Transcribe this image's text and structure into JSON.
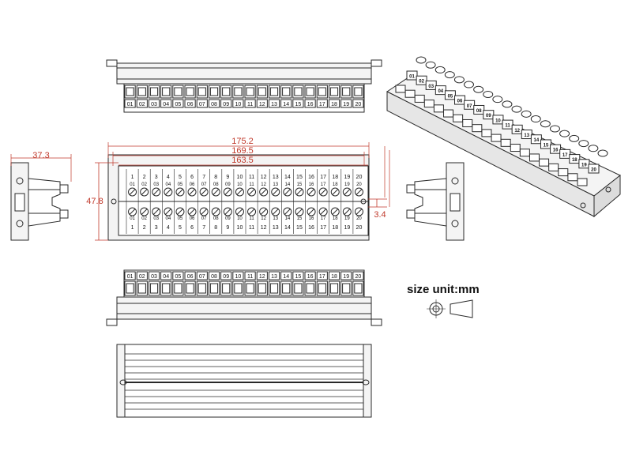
{
  "units": {
    "label": "size unit:mm"
  },
  "terminal_count": 20,
  "terminal_labels_padded": [
    "01",
    "02",
    "03",
    "04",
    "05",
    "06",
    "07",
    "08",
    "09",
    "10",
    "11",
    "12",
    "13",
    "14",
    "15",
    "16",
    "17",
    "18",
    "19",
    "20"
  ],
  "terminal_labels": [
    "1",
    "2",
    "3",
    "4",
    "5",
    "6",
    "7",
    "8",
    "9",
    "10",
    "11",
    "12",
    "13",
    "14",
    "15",
    "16",
    "17",
    "18",
    "19",
    "20"
  ],
  "dimensions": {
    "overall_length": "175.2",
    "mount_length": "169.5",
    "terminal_span": "163.5",
    "height": "47.8",
    "depth": "37.3",
    "slot": "3.4"
  },
  "colors": {
    "line": "#2a2a2a",
    "dimension": "#c0392b",
    "fill": "#f4f4f4"
  }
}
